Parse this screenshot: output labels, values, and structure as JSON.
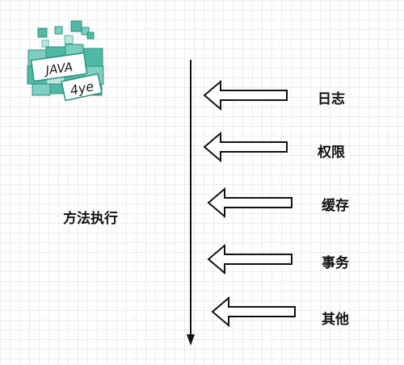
{
  "logo": {
    "line1": "JAVA",
    "line2": "4ye"
  },
  "main_label": "方法执行",
  "concerns": [
    {
      "label": "日志"
    },
    {
      "label": "权限"
    },
    {
      "label": "缓存"
    },
    {
      "label": "事务"
    },
    {
      "label": "其他"
    }
  ],
  "colors": {
    "logo_green": "#4fb9a6",
    "logo_green_light": "#bfe6df",
    "logo_green_dark": "#2f8f7e",
    "line": "#111111"
  }
}
